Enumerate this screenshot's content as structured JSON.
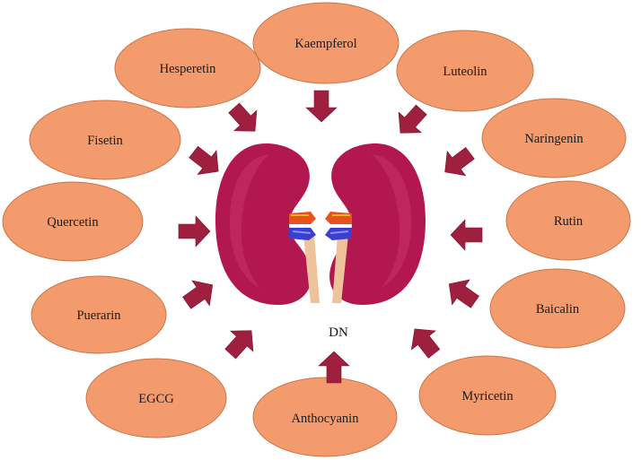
{
  "center_label": "DN",
  "compounds": [
    {
      "id": "kaempferol",
      "label": "Kaempferol"
    },
    {
      "id": "hesperetin",
      "label": "Hesperetin"
    },
    {
      "id": "luteolin",
      "label": "Luteolin"
    },
    {
      "id": "fisetin",
      "label": "Fisetin"
    },
    {
      "id": "naringenin",
      "label": "Naringenin"
    },
    {
      "id": "quercetin",
      "label": "Quercetin"
    },
    {
      "id": "rutin",
      "label": "Rutin"
    },
    {
      "id": "puerarin",
      "label": "Puerarin"
    },
    {
      "id": "baicalin",
      "label": "Baicalin"
    },
    {
      "id": "egcg",
      "label": "EGCG"
    },
    {
      "id": "myricetin",
      "label": "Myricetin"
    },
    {
      "id": "anthocyanin",
      "label": "Anthocyanin"
    }
  ],
  "colors": {
    "ellipse_fill": "#F39B6D",
    "arrow_fill": "#9E1F3E",
    "kidney_fill": "#B2174F",
    "kidney_highlight": "#C93368",
    "ureter_fill": "#EFC39A",
    "artery_fill": "#E8521E",
    "vein_fill": "#3B3FCF"
  }
}
